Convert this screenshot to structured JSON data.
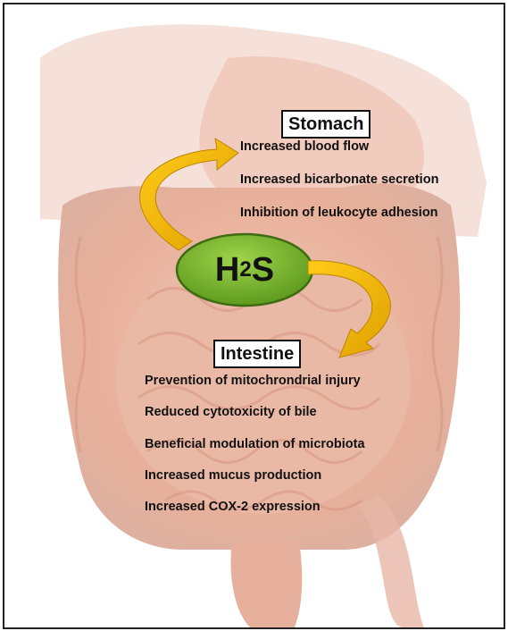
{
  "center": {
    "formula_main": "H",
    "formula_sub": "2",
    "formula_tail": "S"
  },
  "stomach": {
    "title": "Stomach",
    "effects": [
      "Increased blood flow",
      "Increased bicarbonate secretion",
      "Inhibition of leukocyte adhesion"
    ]
  },
  "intestine": {
    "title": "Intestine",
    "effects": [
      "Prevention of mitochrondrial injury",
      "Reduced cytotoxicity of bile",
      "Beneficial modulation of microbiota",
      "Increased mucus production",
      "Increased COX-2 expression"
    ]
  },
  "colors": {
    "ellipse_fill": "#7cb82f",
    "ellipse_stroke": "#3d6b12",
    "arrow_fill": "#f0b400",
    "tissue": "#e8b3a0"
  }
}
